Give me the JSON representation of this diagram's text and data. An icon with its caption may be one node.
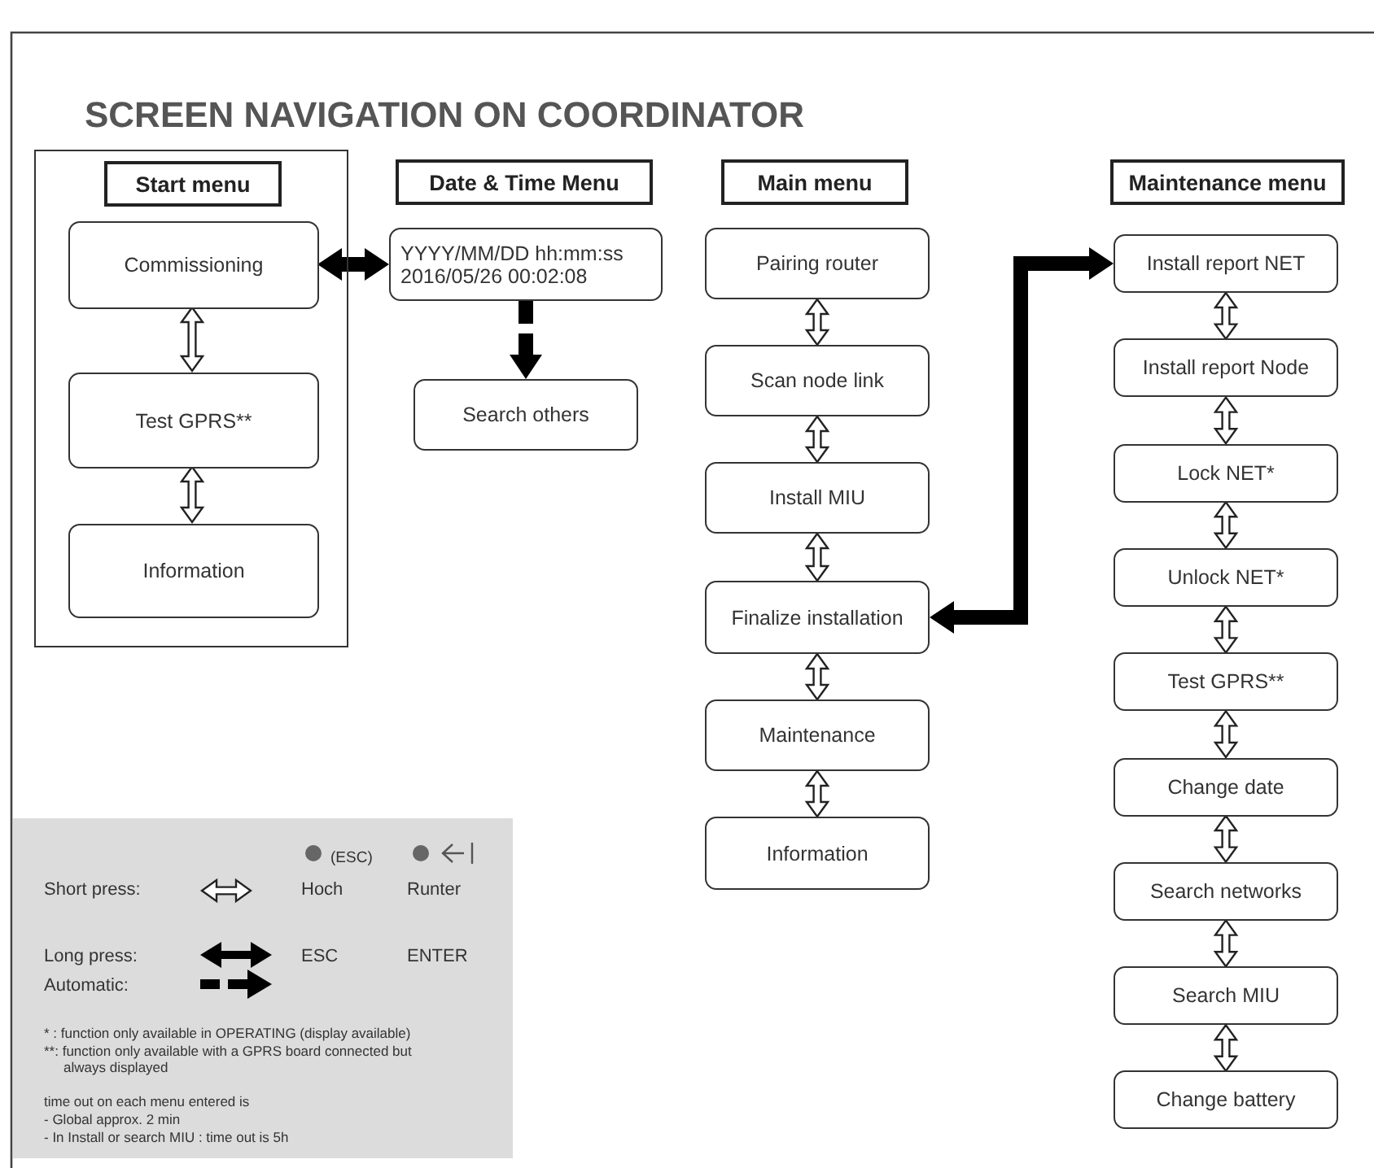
{
  "diagram": {
    "title": "SCREEN NAVIGATION ON COORDINATOR",
    "nodes": [
      {
        "text": [],
        "shape": "box"
      },
      {
        "text": [
          "Start menu"
        ],
        "in": 0
      },
      {
        "text": [
          "Commissioning"
        ],
        "in": 0
      },
      {
        "text": [
          "Test GPRS**"
        ],
        "in": 0
      },
      {
        "text": [
          "Information"
        ],
        "in": 0
      },
      {
        "text": [
          "Date & Time Menu"
        ]
      },
      {
        "text": [
          "YYYY/MM/DD hh:mm:ss",
          "2016/05/26 00:02:08"
        ]
      },
      {
        "text": [
          "Search others"
        ]
      },
      {
        "text": [
          "Main menu"
        ]
      },
      {
        "text": [
          "Pairing router"
        ]
      },
      {
        "text": [
          "Scan node link"
        ]
      },
      {
        "text": [
          "Install MIU"
        ]
      },
      {
        "text": [
          "Finalize installation"
        ]
      },
      {
        "text": [
          "Maintenance"
        ]
      },
      {
        "text": [
          "Information"
        ]
      },
      {
        "text": [
          "Maintenance menu"
        ]
      },
      {
        "text": [
          "Install report NET"
        ]
      },
      {
        "text": [
          "Install report Node"
        ]
      },
      {
        "text": [
          "Lock NET*"
        ]
      },
      {
        "text": [
          "Unlock NET*"
        ]
      },
      {
        "text": [
          "Test GPRS**"
        ]
      },
      {
        "text": [
          "Change date"
        ]
      },
      {
        "text": [
          "Search networks"
        ]
      },
      {
        "text": [
          "Search MIU"
        ]
      },
      {
        "text": [
          "Change battery"
        ]
      }
    ],
    "edges": [
      {
        "from": 2,
        "to": 6,
        "arrow": "both",
        "color": "#000000"
      },
      {
        "from": 2,
        "to": 3,
        "arrow": "both"
      },
      {
        "from": 3,
        "to": 4,
        "arrow": "both"
      },
      {
        "from": 6,
        "to": 7,
        "arrow": "to",
        "style": "dashed"
      },
      {
        "from": 9,
        "to": 10,
        "arrow": "both"
      },
      {
        "from": 10,
        "to": 11,
        "arrow": "both"
      },
      {
        "from": 11,
        "to": 12,
        "arrow": "both"
      },
      {
        "from": 12,
        "to": 13,
        "arrow": "both"
      },
      {
        "from": 13,
        "to": 14,
        "arrow": "both"
      },
      {
        "from": 12,
        "to": 16,
        "arrow": "both",
        "color": "#000000"
      },
      {
        "from": 16,
        "to": 17,
        "arrow": "both"
      },
      {
        "from": 17,
        "to": 18,
        "arrow": "both"
      },
      {
        "from": 18,
        "to": 19,
        "arrow": "both"
      },
      {
        "from": 19,
        "to": 20,
        "arrow": "both"
      },
      {
        "from": 20,
        "to": 21,
        "arrow": "both"
      },
      {
        "from": 21,
        "to": 22,
        "arrow": "both"
      },
      {
        "from": 22,
        "to": 23,
        "arrow": "both"
      },
      {
        "from": 23,
        "to": 24,
        "arrow": "both"
      }
    ],
    "labels": [
      "(ESC)",
      "Short press:",
      "Hoch",
      "Runter",
      "Long press:",
      "ESC",
      "ENTER",
      "Automatic:",
      "* : function only available in OPERATING (display available)",
      "**: function only available with a GPRS board connected but always displayed",
      "time out on each menu entered is",
      "- Global approx. 2 min",
      "- In Install or search MIU : time out is 5h"
    ]
  }
}
